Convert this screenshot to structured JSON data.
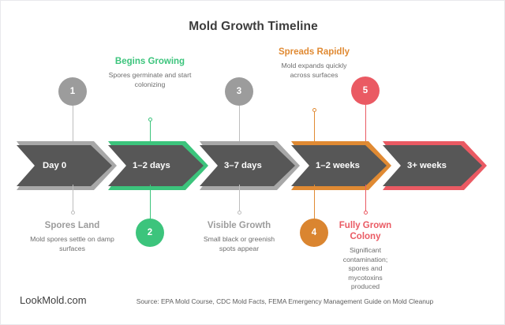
{
  "title": "Mold Growth Timeline",
  "colors": {
    "gray": "#9c9c9c",
    "green": "#3cc47c",
    "orange": "#da8530",
    "red": "#ea5a63",
    "band_fill": "#575757",
    "title": "#3c3c3c"
  },
  "stages": [
    {
      "number": "1",
      "band_label": "Day 0",
      "head": "Spores Land",
      "desc": "Mold spores settle on damp surfaces",
      "color": "gray",
      "marker_side": "top",
      "callout_side": "bottom"
    },
    {
      "number": "2",
      "band_label": "1–2 days",
      "head": "Begins Growing",
      "desc": "Spores germinate and start colonizing",
      "color": "green",
      "marker_side": "bottom",
      "callout_side": "top"
    },
    {
      "number": "3",
      "band_label": "3–7 days",
      "head": "Visible Growth",
      "desc": "Small black or greenish spots appear",
      "color": "gray",
      "marker_side": "top",
      "callout_side": "bottom"
    },
    {
      "number": "4",
      "band_label": "1–2 weeks",
      "head": "Spreads Rapidly",
      "desc": "Mold expands quickly across surfaces",
      "color": "orange",
      "marker_side": "bottom",
      "callout_side": "top"
    },
    {
      "number": "5",
      "band_label": "3+ weeks",
      "head": "Fully Grown Colony",
      "desc": "Significant contamination; spores and mycotoxins produced",
      "color": "red",
      "marker_side": "top",
      "callout_side": "bottom"
    }
  ],
  "footer": {
    "brand": "LookMold.com",
    "source": "Source: EPA Mold Course, CDC Mold Facts, FEMA Emergency Management Guide on Mold Cleanup"
  }
}
